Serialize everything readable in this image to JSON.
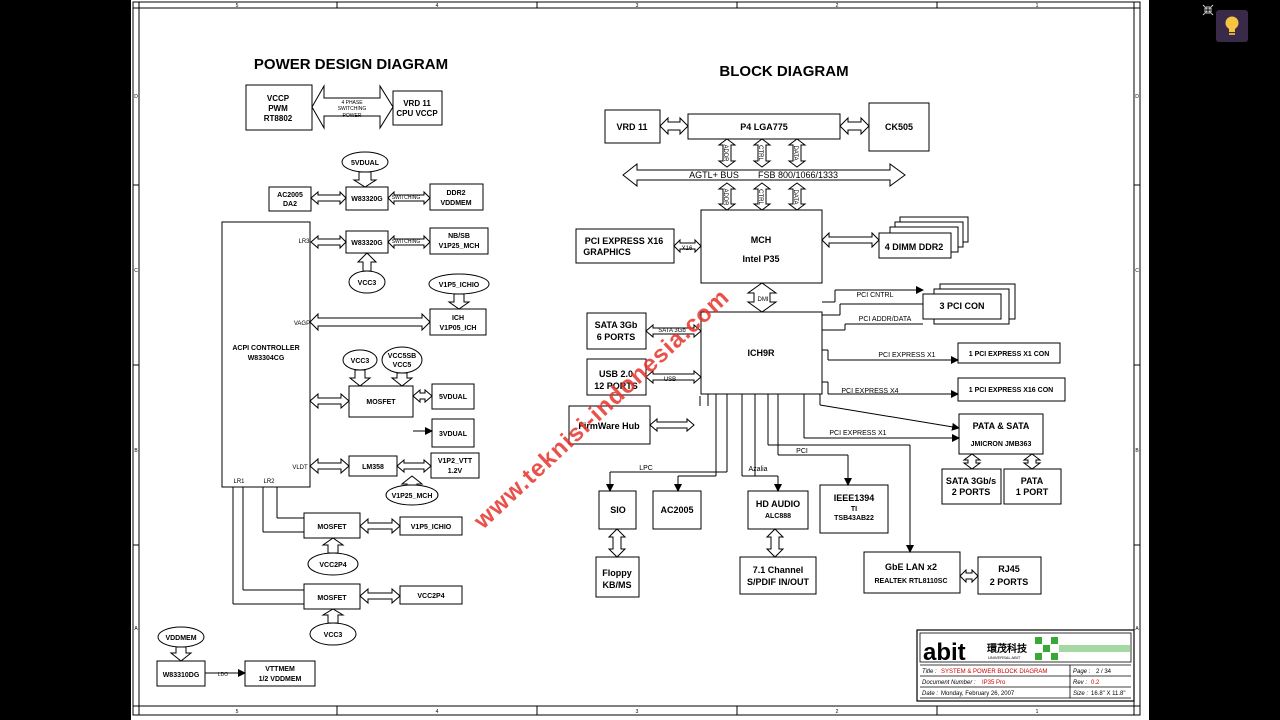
{
  "power": {
    "title": "POWER DESIGN DIAGRAM",
    "vccp_pwm": [
      "VCCP",
      "PWM",
      "RT8802"
    ],
    "phase_label": [
      "4 PHASE",
      "SWITCHING",
      "POWER"
    ],
    "vrd11_cpu": [
      "VRD 11",
      "CPU VCCP"
    ],
    "v5dual_top": "5VDUAL",
    "ac2005_da2": [
      "AC2005",
      "DA2"
    ],
    "w83320g": "W83320G",
    "switching": "SWITCHING",
    "ddr2_vddmem": [
      "DDR2",
      "VDDMEM"
    ],
    "lr3": "LR3",
    "nbsb": [
      "NB/SB",
      "V1P25_MCH"
    ],
    "vcc3": "VCC3",
    "v1p5_ichio_oval": "V1P5_ICHIO",
    "vagp": "VAGP",
    "ich_box": [
      "ICH",
      "V1P05_ICH"
    ],
    "acpi": [
      "ACPI CONTROLLER",
      "W83304CG"
    ],
    "vcc5sb": [
      "VCC5SB",
      "VCC5"
    ],
    "mosfet": "MOSFET",
    "v5dual": "5VDUAL",
    "v3dual": "3VDUAL",
    "vldt": "VLDT",
    "lm358": "LM358",
    "v1p2": [
      "V1P2_VTT",
      "1.2V"
    ],
    "v1p25_mch": "V1P25_MCH",
    "lr1": "LR1",
    "lr2": "LR2",
    "v1p5_ichio": "V1P5_ICHIO",
    "vcc2p4": "VCC2P4",
    "vddmem": "VDDMEM",
    "w83310dg": "W83310DG",
    "ldo": "LDO",
    "vttmem": [
      "VTTMEM",
      "1/2  VDDMEM"
    ]
  },
  "block": {
    "title": "BLOCK DIAGRAM",
    "vrd11": "VRD 11",
    "cpu": "P4 LGA775",
    "ck505": "CK505",
    "addr": "ADDR",
    "ctrl": "CTRL",
    "data": "DATA",
    "agtl": "AGTL+ BUS",
    "fsb": "FSB 800/1066/1333",
    "pcie16": [
      "PCI EXPRESS X16",
      "GRAPHICS"
    ],
    "x16": "X16",
    "mch": [
      "MCH",
      "Intel P35"
    ],
    "dimm": "4 DIMM DDR2",
    "dmi": "DMI",
    "pci_cntrl": "PCI CNTRL",
    "pci_addr": "PCI ADDR/DATA",
    "pci_con": "3 PCI CON",
    "sata3gb": [
      "SATA 3Gb",
      "6 PORTS"
    ],
    "sata3gb_bus": "SATA 3Gb",
    "ich9r": "ICH9R",
    "pcie_x1_a": "PCI EXPRESS X1",
    "con_x1": "1 PCI  EXPRESS  X1  CON",
    "usb": [
      "USB 2.0",
      "12 PORTS"
    ],
    "usb_bus": "USB",
    "pcie_x4": "PCI EXPRESS X4",
    "con_x16": "1 PCI  EXPRESS  X16  CON",
    "fwh": "FirmWare Hub",
    "pcie_x1_b": "PCI EXPRESS X1",
    "pata_sata": [
      "PATA & SATA",
      "JMICRON JMB363"
    ],
    "pci": "PCI",
    "lpc": "LPC",
    "azalia": "Azalia",
    "sio": "SIO",
    "ac2005": "AC2005",
    "hd_audio": [
      "HD AUDIO",
      "ALC888"
    ],
    "ieee": [
      "IEEE1394",
      "TI",
      "TSB43AB22"
    ],
    "sata_ports": [
      "SATA 3Gb/s",
      "2 PORTS"
    ],
    "pata_port": [
      "PATA",
      "1 PORT"
    ],
    "gbe": [
      "GbE LAN x2",
      "REALTEK RTL8110SC"
    ],
    "rj45": [
      "RJ45",
      "2 PORTS"
    ],
    "floppy": [
      "Floppy",
      "KB/MS"
    ],
    "channel": [
      "7.1 Channel",
      "S/PDIF IN/OUT"
    ]
  },
  "title_block": {
    "logo": "abit",
    "chinese": "環茂科技",
    "universal": "UNIVERSAL ABIT",
    "title_label": "Title :",
    "title_value": "SYSTEM & POWER BLOCK DIAGRAM",
    "doc_label": "Document Number :",
    "doc_value": "IP35 Pro",
    "date_label": "Date :",
    "date_value": "Monday, February 26, 2007",
    "page_label": "Page :",
    "page_value": "2    /  34",
    "rev_label": "Rev :",
    "rev_value": "0.2",
    "size_label": "Size :",
    "size_value": "16.8\" X 11.8\""
  },
  "watermark": "www.teknisi-indonesia.com",
  "grid": {
    "top": [
      "5",
      "4",
      "3",
      "2",
      "1"
    ],
    "side": [
      "D",
      "C",
      "B",
      "A"
    ]
  },
  "colors": {
    "ink": "#000000",
    "watermark": "#e8322b",
    "title_red": "#cc0000",
    "logo_green": "#39a935",
    "bulb": "#f5c542"
  }
}
